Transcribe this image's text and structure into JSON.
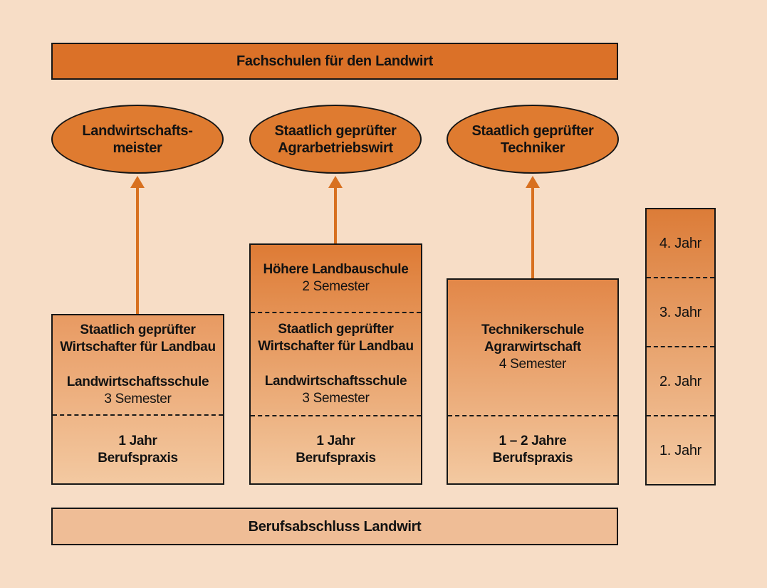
{
  "diagram": {
    "header": "Fachschulen für den Landwirt",
    "footer": "Berufsabschluss Landwirt",
    "colors": {
      "background": "#F7DDC6",
      "header_bar_fill": "#DB7128",
      "ellipse_fill": "#DF7B30",
      "arrow": "#D8701F",
      "box_gradient_bottom": "#F3C9A1",
      "footer_bar_fill": "#EFBD96",
      "border": "#161616"
    },
    "ellipse1": "Landwirtschafts-\nmeister",
    "ellipse2": "Staatlich geprüfter\nAgrarbetriebswirt",
    "ellipse3": "Staatlich geprüfter\nTechniker",
    "col1": {
      "school_title": "Staatlich geprüfter\nWirtschafter für Landbau",
      "school_name": "Landwirtschaftsschule",
      "school_duration": "3 Semester",
      "praxis": "1 Jahr\nBerufspraxis"
    },
    "col2": {
      "upper_title": "Höhere Landbauschule",
      "upper_duration": "2 Semester",
      "school_title": "Staatlich geprüfter\nWirtschafter für Landbau",
      "school_name": "Landwirtschaftsschule",
      "school_duration": "3 Semester",
      "praxis": "1 Jahr\nBerufspraxis"
    },
    "col3": {
      "school_title": "Technikerschule\nAgrarwirtschaft",
      "school_duration": "4 Semester",
      "praxis": "1 – 2 Jahre\nBerufspraxis"
    },
    "years": [
      "4. Jahr",
      "3. Jahr",
      "2. Jahr",
      "1. Jahr"
    ]
  }
}
